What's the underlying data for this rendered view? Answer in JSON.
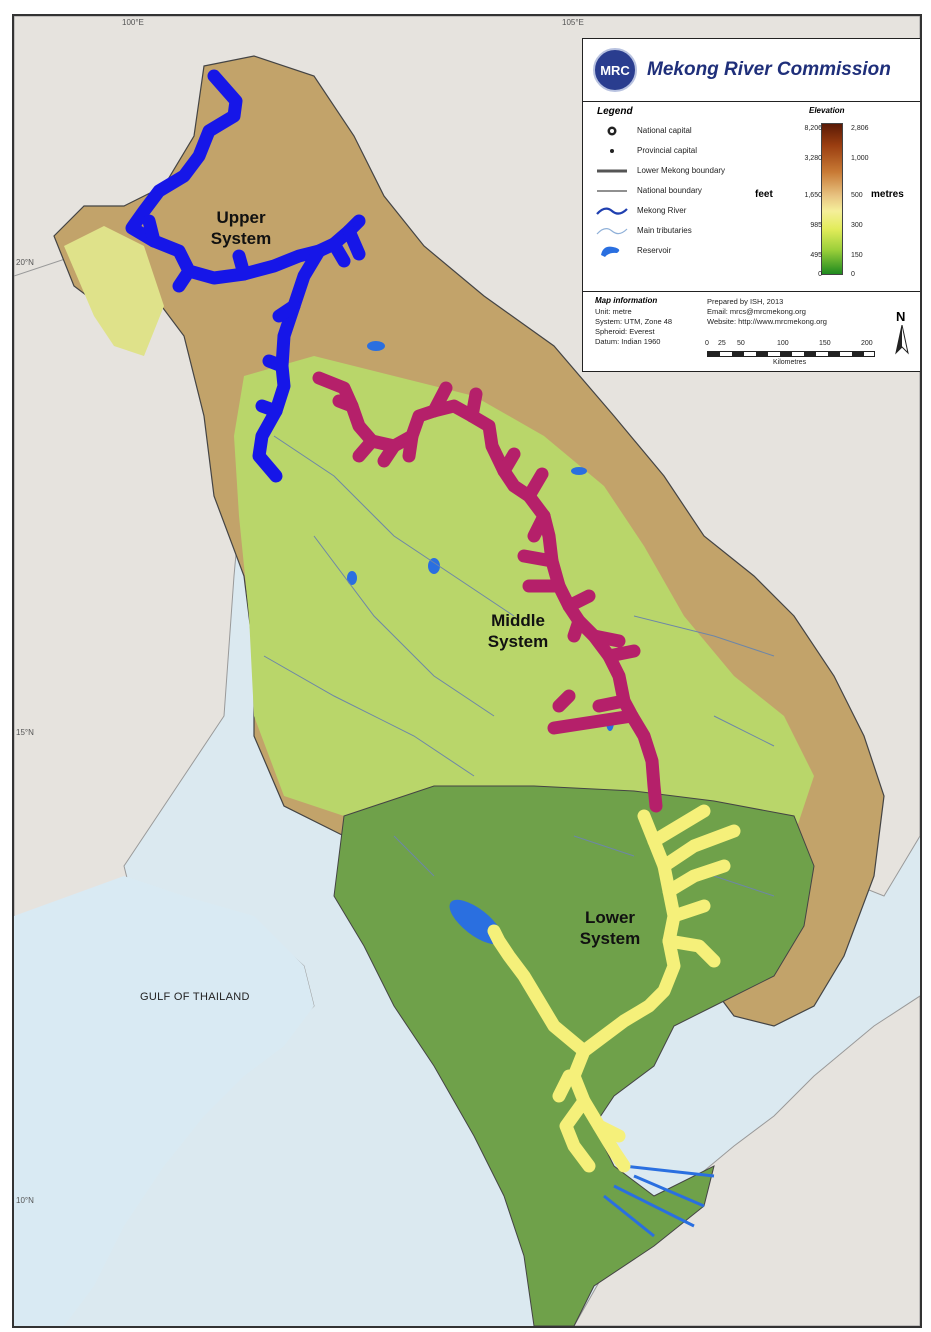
{
  "map": {
    "regions": [
      {
        "name": "Upper System",
        "color": "#1616e8"
      },
      {
        "name": "Middle System",
        "color": "#b5206a"
      },
      {
        "name": "Lower System",
        "color": "#f5f07a"
      }
    ],
    "sea_label": "GULF OF THAILAND",
    "graticule": [
      "100°E",
      "105°E",
      "20°N",
      "15°N",
      "10°N"
    ]
  },
  "legend": {
    "org_logo_text": "MRC",
    "org_name": "Mekong River Commission",
    "title": "Legend",
    "items": [
      {
        "label": "National capital",
        "icon": "national-capital-icon"
      },
      {
        "label": "Provincial capital",
        "icon": "provincial-capital-icon"
      },
      {
        "label": "Lower Mekong boundary",
        "icon": "lower-mekong-boundary-icon"
      },
      {
        "label": "National boundary",
        "icon": "national-boundary-icon"
      },
      {
        "label": "Mekong River",
        "icon": "mekong-river-icon"
      },
      {
        "label": "Main tributaries",
        "icon": "main-tributaries-icon"
      },
      {
        "label": "Reservoir",
        "icon": "reservoir-icon"
      }
    ],
    "elevation": {
      "title": "Elevation",
      "feet_label": "feet",
      "metres_label": "metres",
      "feet_values": [
        "8,206",
        "3,280",
        "1,650",
        "985",
        "495",
        "0"
      ],
      "metre_values": [
        "2,806",
        "1,000",
        "500",
        "300",
        "150",
        "0"
      ]
    },
    "map_info": {
      "title": "Map information",
      "lines": [
        "Unit: metre",
        "System: UTM, Zone 48",
        "Spheroid: Everest",
        "Datum: Indian 1960"
      ]
    },
    "prepared": {
      "lines": [
        "Prepared by ISH, 2013",
        "Email: mrcs@mrcmekong.org",
        "Website: http://www.mrcmekong.org"
      ]
    },
    "scale": {
      "labels": [
        "0",
        "25",
        "50",
        "100",
        "150",
        "200"
      ],
      "unit": "Kilometres"
    },
    "north": "N"
  }
}
